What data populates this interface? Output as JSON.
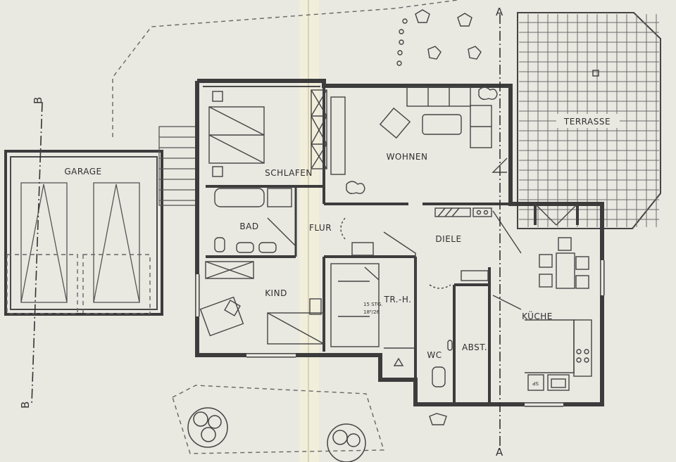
{
  "rooms": {
    "garage": "GARAGE",
    "schlafen": "SCHLAFEN",
    "wohnen": "WOHNEN",
    "terrasse": "TERRASSE",
    "bad": "BAD",
    "flur": "FLUR",
    "diele": "DIELE",
    "kind": "KIND",
    "treppenhaus": "TR.-H.",
    "kueche": "KÜCHE",
    "wc": "WC",
    "abst": "ABST."
  },
  "stairs": {
    "line1": "15 STG.",
    "line2": "18⁸/26"
  },
  "section_marks": {
    "a_top": "A",
    "a_bottom": "A",
    "b_top": "B",
    "b_bottom": "B"
  },
  "appliance_label": "SP"
}
